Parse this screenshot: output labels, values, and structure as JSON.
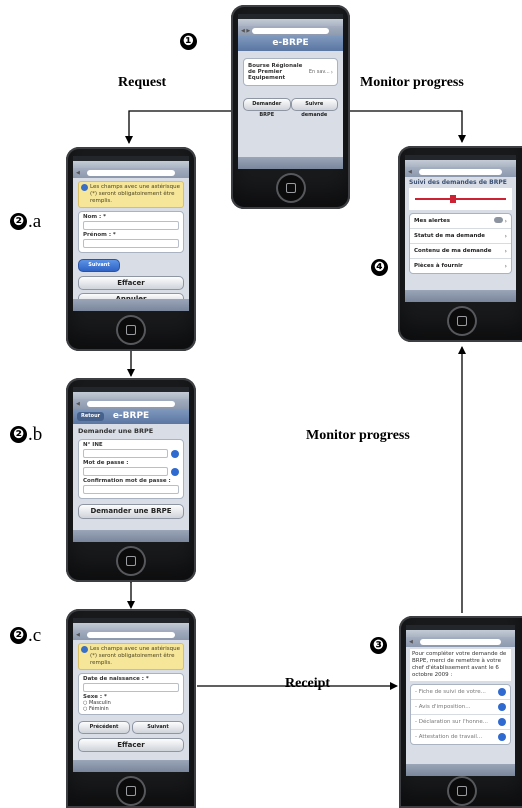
{
  "flow_labels": {
    "request": "Request",
    "monitor_progress_top": "Monitor progress",
    "monitor_progress_right": "Monitor progress",
    "receipt": "Receipt"
  },
  "steps": {
    "step1": {
      "glyph": "❶",
      "suffix": ""
    },
    "step2a": {
      "glyph": "❷",
      "suffix": ".a"
    },
    "step2b": {
      "glyph": "❷",
      "suffix": ".b"
    },
    "step2c": {
      "glyph": "❷",
      "suffix": ".c"
    },
    "step3": {
      "glyph": "❸",
      "suffix": ""
    },
    "step4": {
      "glyph": "❹",
      "suffix": ""
    }
  },
  "screens": {
    "home": {
      "title": "e-BRPE",
      "item": "Bourse Régionale de Premier Equipement",
      "item_meta": "En sav...",
      "btn_left": "Demander BRPE",
      "btn_right": "Suivre demande"
    },
    "form_a": {
      "warning": "Les champs avec une astérisque (*) seront obligatoirement être remplis.",
      "field1": "Nom : *",
      "field2": "Prénom : *",
      "next": "Suivant",
      "clear": "Effacer",
      "cancel": "Annuler"
    },
    "form_b": {
      "back": "Retour",
      "title": "e-BRPE",
      "heading": "Demander une BRPE",
      "field1": "N° INE",
      "field2": "Mot de passe :",
      "field3": "Confirmation mot de passe :",
      "submit": "Demander une BRPE"
    },
    "form_c": {
      "warning": "Les champs avec une astérisque (*) seront obligatoirement être remplis.",
      "field1": "Date de naissance : *",
      "field2": "Sexe : *",
      "opt1": "Masculin",
      "opt2": "Féminin",
      "prev": "Précédent",
      "next": "Suivant",
      "clear": "Effacer"
    },
    "receipt": {
      "message": "Pour compléter votre demande de BRPE, merci de remettre à votre chef d'établissement avant le 6 octobre 2009 :",
      "items": [
        "- Fiche de suivi de votre...",
        "- Avis d'imposition...",
        "- Déclaration sur l'honne...",
        "- Attestation de travail..."
      ]
    },
    "tracking": {
      "heading": "Suivi des demandes de BRPE",
      "items": [
        "Mes alertes",
        "Statut de ma demande",
        "Contenu de ma demande",
        "Pièces à fournir"
      ]
    }
  },
  "colors": {
    "phone_body": "#191a1c",
    "screen_bg": "#d9dee6",
    "nav_blue": "#5a76a2",
    "accent_blue": "#2f64c4",
    "warning_yellow": "#f6e69a"
  }
}
